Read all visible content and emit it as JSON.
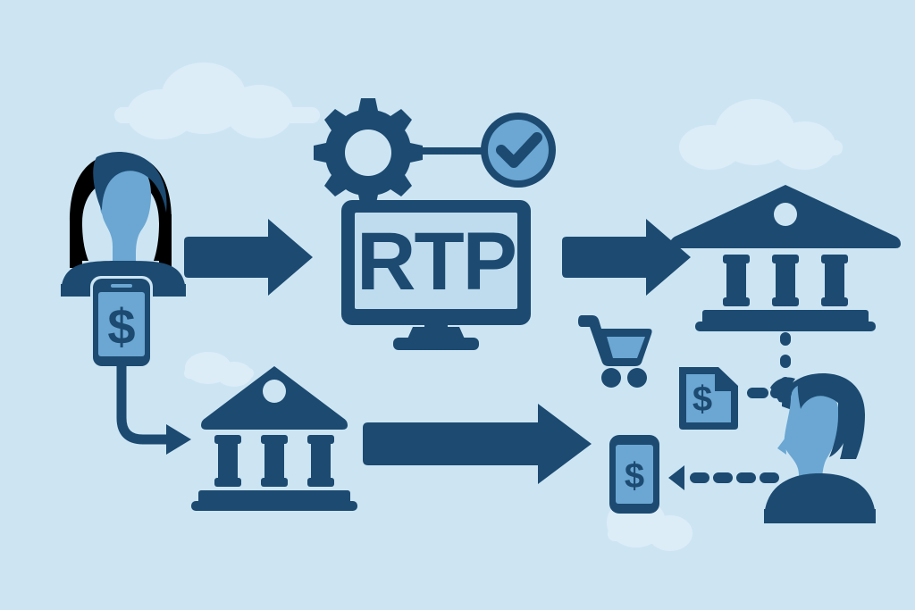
{
  "scene": {
    "title": "RTP Real-Time Payments Flow Diagram",
    "background_color": "#cde5f3",
    "cloud_color": "#dceef8",
    "dark_navy": "#1c4a71",
    "mid_blue": "#6ba7d2",
    "light_screen": "#a9cee8",
    "screen_inner": "#bfdcee"
  },
  "monitor": {
    "label": "RTP",
    "name": "rtp-monitor"
  },
  "nodes": {
    "customer": {
      "label": "customer-woman",
      "description": "Woman avatar facing right"
    },
    "customer_phone": {
      "label": "mobile-payment-phone",
      "symbol": "$"
    },
    "bank_top": {
      "label": "receiving-bank",
      "columns": 3
    },
    "bank_bottom": {
      "label": "sending-bank",
      "columns": 3
    },
    "cart": {
      "label": "shopping-cart"
    },
    "invoice": {
      "label": "invoice-document",
      "symbol": "$"
    },
    "merchant_phone": {
      "label": "merchant-phone",
      "symbol": "$"
    },
    "merchant": {
      "label": "merchant-man",
      "description": "Man avatar facing left"
    },
    "gear": {
      "label": "settings-gear"
    },
    "check": {
      "label": "approved-check"
    }
  },
  "connectors": {
    "arrow_customer_to_monitor": "arrow-right-customer-to-rtp",
    "arrow_monitor_to_bank": "arrow-right-rtp-to-bank",
    "arrow_phone_to_bank": "curved-arrow-phone-to-bank",
    "arrow_bank_to_right": "arrow-right-bank-to-merchant",
    "dashed_bank_down": "dashed-line-bank-to-merchant",
    "dashed_invoice": "dashed-arrow-merchant-to-invoice",
    "dashed_phone": "dashed-arrow-merchant-to-phone",
    "gear_check_link": "link-gear-to-check"
  }
}
